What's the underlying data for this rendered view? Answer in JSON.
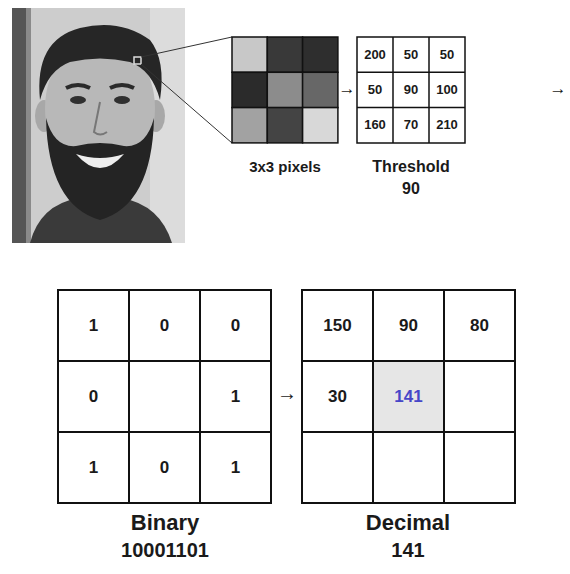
{
  "diagram": {
    "labels": [
      "→",
      "200",
      "50",
      "50",
      "50",
      "90",
      "100",
      "160",
      "70",
      "210",
      "→",
      "3x3 pixels",
      "Threshold",
      "90",
      "1",
      "0",
      "0",
      "0",
      "1",
      "1",
      "0",
      "1",
      "→",
      "150",
      "90",
      "80",
      "30",
      "141",
      "Binary",
      "10001101",
      "Decimal",
      "141"
    ]
  }
}
